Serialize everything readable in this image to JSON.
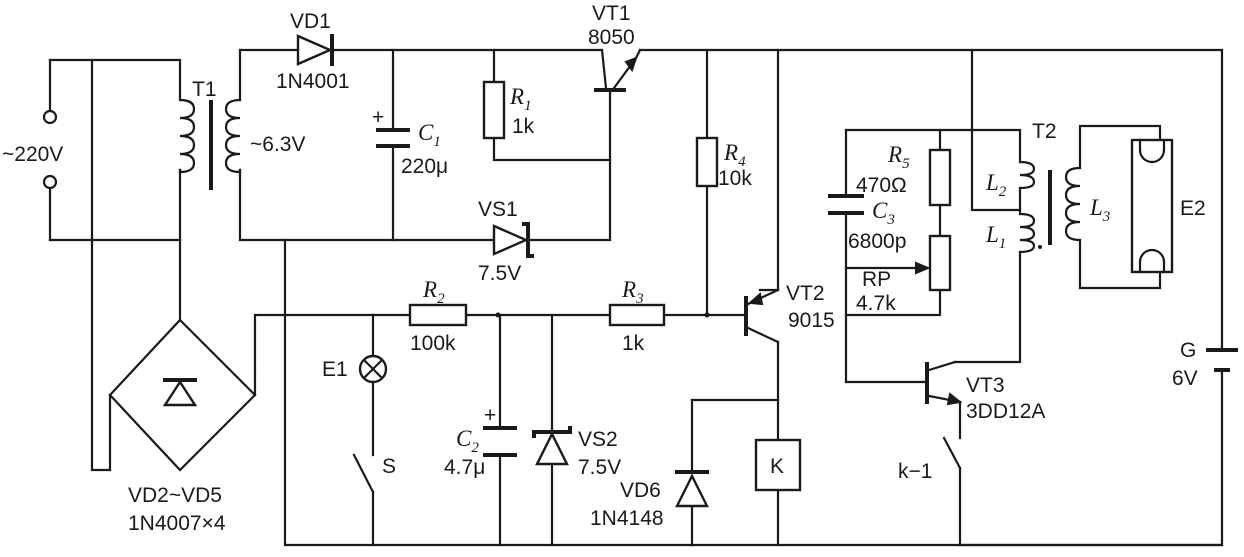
{
  "labels": {
    "ac_in": "~220V",
    "t1": "T1",
    "t1_sec": "~6.3V",
    "vd1": "VD1",
    "vd1_part": "1N4001",
    "c1": "C",
    "c1_sub": "1",
    "c1_val": "220μ",
    "r1": "R",
    "r1_sub": "1",
    "r1_val": "1k",
    "vt1": "VT1",
    "vt1_part": "8050",
    "vs1": "VS1",
    "vs1_val": "7.5V",
    "r4": "R",
    "r4_sub": "4",
    "r4_val": "10k",
    "r2": "R",
    "r2_sub": "2",
    "r2_val": "100k",
    "r3": "R",
    "r3_sub": "3",
    "r3_val": "1k",
    "vt2": "VT2",
    "vt2_part": "9015",
    "e1": "E1",
    "s": "S",
    "c2": "C",
    "c2_sub": "2",
    "c2_val": "4.7μ",
    "vs2": "VS2",
    "vs2_val": "7.5V",
    "vd6": "VD6",
    "vd6_part": "1N4148",
    "k": "K",
    "bridge": "VD2~VD5",
    "bridge_part": "1N4007×4",
    "r5": "R",
    "r5_sub": "5",
    "r5_val": "470Ω",
    "c3": "C",
    "c3_sub": "3",
    "c3_val": "6800p",
    "rp": "RP",
    "rp_val": "4.7k",
    "vt3": "VT3",
    "vt3_part": "3DD12A",
    "k1": "k−1",
    "t2": "T2",
    "l1": "L",
    "l1_sub": "1",
    "l2": "L",
    "l2_sub": "2",
    "l3": "L",
    "l3_sub": "3",
    "e2": "E2",
    "g": "G",
    "g_val": "6V",
    "plus": "+"
  }
}
